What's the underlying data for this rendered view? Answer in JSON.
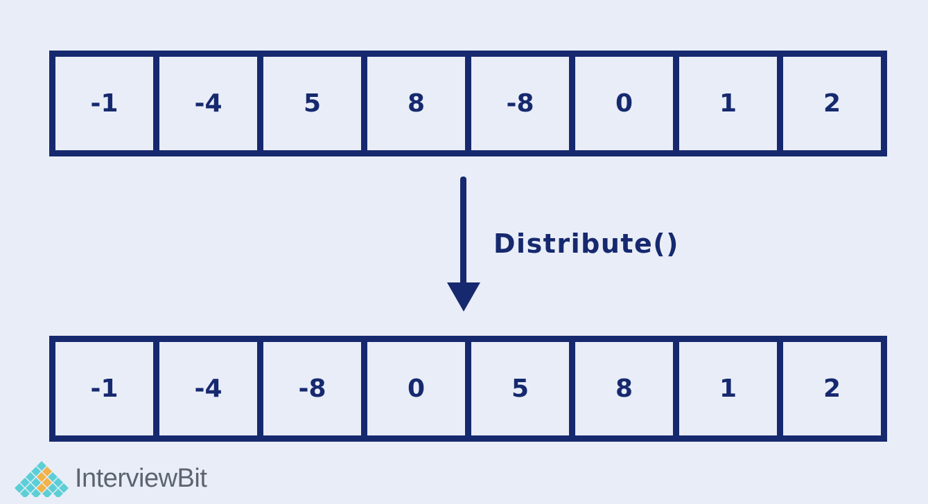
{
  "input_array": {
    "values": [
      "-1",
      "-4",
      "5",
      "8",
      "-8",
      "0",
      "1",
      "2"
    ]
  },
  "operation": {
    "label": "Distribute()"
  },
  "output_array": {
    "values": [
      "-1",
      "-4",
      "-8",
      "0",
      "5",
      "8",
      "1",
      "2"
    ]
  },
  "brand": {
    "name": "InterviewBit"
  },
  "colors": {
    "primary": "#16296f",
    "background": "#e9edf7",
    "logo_teal": "#5ccfd6",
    "logo_orange": "#f2b24a",
    "logo_text": "#5d6470"
  }
}
